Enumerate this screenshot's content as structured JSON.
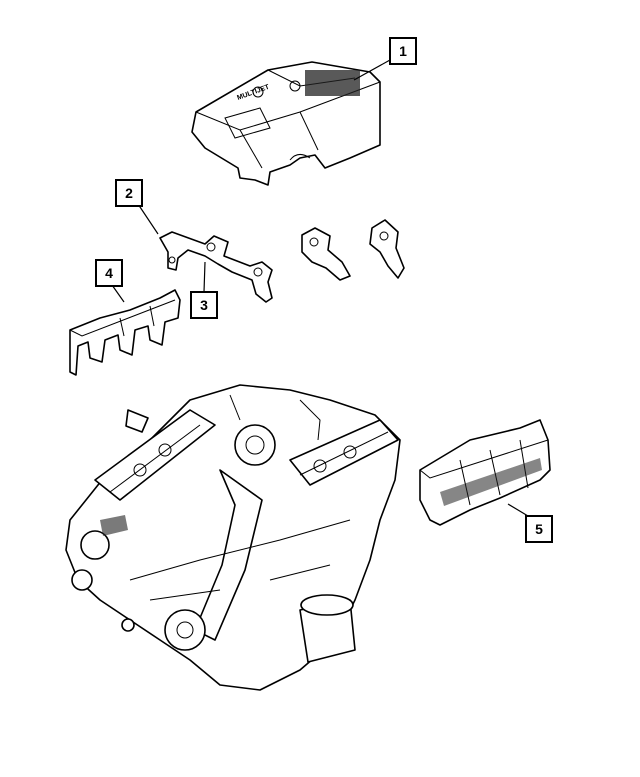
{
  "callouts": [
    {
      "id": "1",
      "label": "1"
    },
    {
      "id": "2",
      "label": "2"
    },
    {
      "id": "3",
      "label": "3"
    },
    {
      "id": "4",
      "label": "4"
    },
    {
      "id": "5",
      "label": "5"
    }
  ],
  "engine_cover": {
    "logo_text": "MULTIJET"
  },
  "colors": {
    "line": "#000000",
    "background": "#ffffff"
  }
}
